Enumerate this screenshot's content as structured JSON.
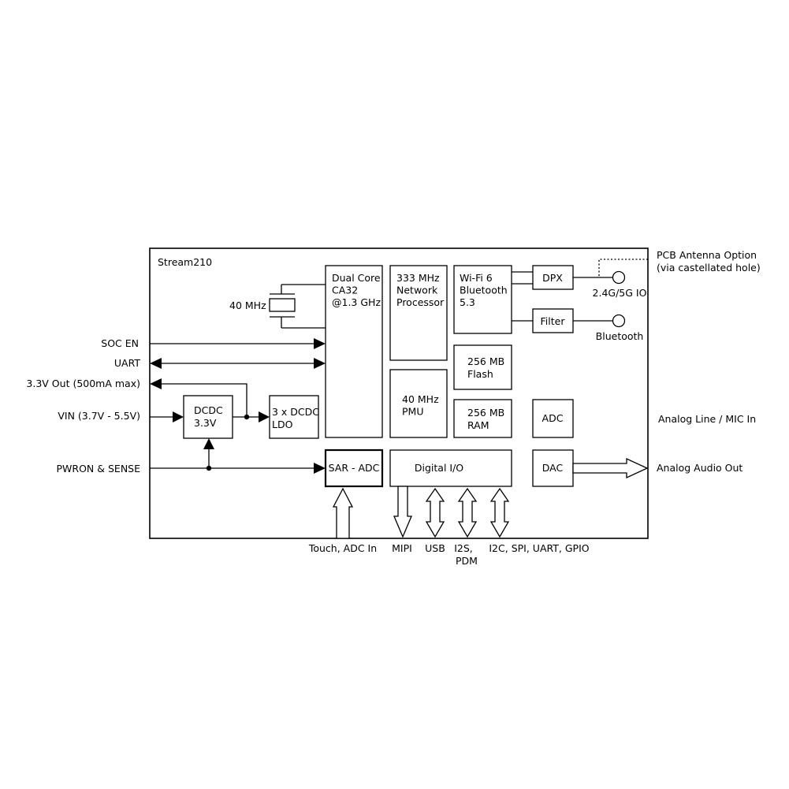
{
  "module": {
    "title": "Stream210"
  },
  "blocks": {
    "crystal": "40 MHz",
    "cpu": [
      "Dual Core",
      "CA32",
      "@1.3 GHz"
    ],
    "network": [
      "333 MHz",
      "Network",
      "Processor"
    ],
    "wifi": [
      "Wi-Fi 6",
      "Bluetooth",
      "5.3"
    ],
    "dpx": "DPX",
    "filter": "Filter",
    "flash": [
      "256 MB",
      "Flash"
    ],
    "pmu": [
      "40 MHz",
      "PMU"
    ],
    "ram": [
      "256 MB",
      "RAM"
    ],
    "adc": "ADC",
    "dcdc": [
      "DCDC",
      "3.3V"
    ],
    "ldo": [
      "3 x DCDC",
      "LDO"
    ],
    "sar_adc": "SAR - ADC",
    "digital_io": "Digital I/O",
    "dac": "DAC"
  },
  "signals_left": {
    "soc_en": "SOC EN",
    "uart": "UART",
    "out33": "3.3V Out (500mA max)",
    "vin": "VIN (3.7V - 5.5V)",
    "pwron": "PWRON & SENSE"
  },
  "signals_right": {
    "pcb_antenna": [
      "PCB Antenna Option",
      "(via castellated hole)"
    ],
    "io_24_5g": "2.4G/5G IO",
    "bluetooth": "Bluetooth",
    "analog_in": "Analog Line / MIC In",
    "analog_out": "Analog Audio Out"
  },
  "signals_bottom": {
    "touch": "Touch, ADC In",
    "mipi": "MIPI",
    "usb": "USB",
    "i2s": [
      "I2S,",
      "PDM"
    ],
    "i2c": "I2C, SPI, UART, GPIO"
  }
}
